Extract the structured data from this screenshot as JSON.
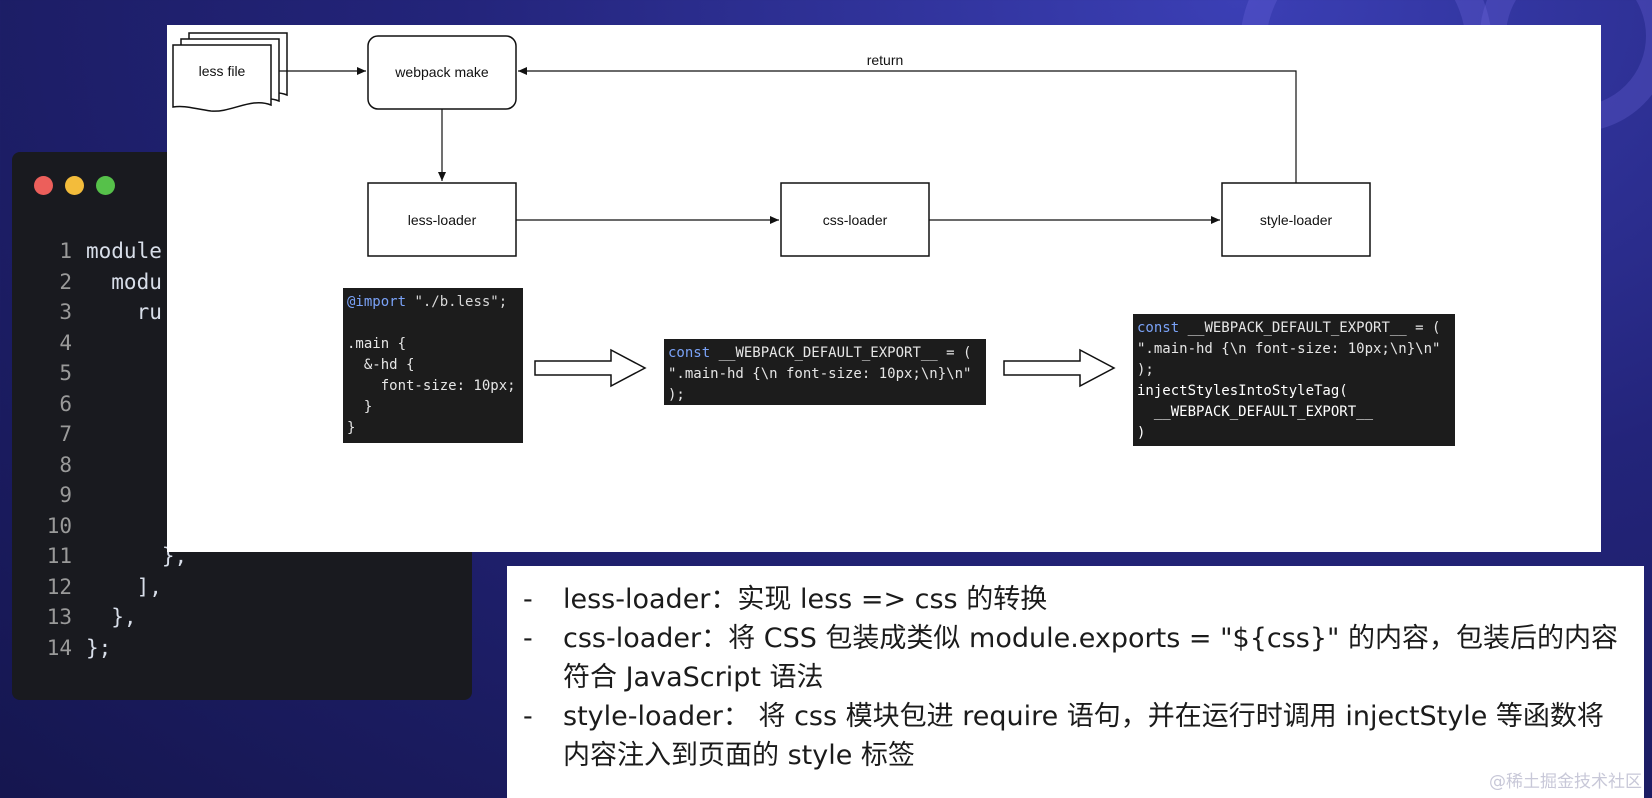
{
  "editor": {
    "dots": [
      "#ec5f5b",
      "#f3bc3b",
      "#56c14a"
    ],
    "lines": [
      {
        "n": "1",
        "text": "module"
      },
      {
        "n": "2",
        "text": "  modu"
      },
      {
        "n": "3",
        "text": "    ru"
      },
      {
        "n": "4",
        "text": ""
      },
      {
        "n": "5",
        "text": ""
      },
      {
        "n": "6",
        "text": ""
      },
      {
        "n": "7",
        "text": ""
      },
      {
        "n": "8",
        "text": ""
      },
      {
        "n": "9",
        "text": ""
      },
      {
        "n": "10",
        "text": ""
      },
      {
        "n": "11",
        "text": "      },"
      },
      {
        "n": "12",
        "text": "    ],"
      },
      {
        "n": "13",
        "text": "  },"
      },
      {
        "n": "14",
        "text": "};"
      }
    ]
  },
  "diagram": {
    "nodes": {
      "less_file": "less file",
      "webpack_make": "webpack make",
      "less_loader": "less-loader",
      "css_loader": "css-loader",
      "style_loader": "style-loader"
    },
    "edge_return": "return",
    "snippets": {
      "less_source": {
        "import_kw": "@import",
        "import_path": " \"./b.less\";",
        "lines": [
          "",
          ".main {",
          "  &-hd {",
          "    font-size: 10px;",
          "  }",
          "}"
        ]
      },
      "css_output": {
        "kw": "const",
        "decl": " __WEBPACK_DEFAULT_EXPORT__ = (",
        "lines": [
          "\".main-hd {\\n font-size: 10px;\\n}\\n\"",
          ");"
        ]
      },
      "style_output": {
        "kw": "const",
        "decl": " __WEBPACK_DEFAULT_EXPORT__ = (",
        "lines": [
          "\".main-hd {\\n font-size: 10px;\\n}\\n\"",
          ");"
        ],
        "fn_lines": [
          "injectStylesIntoStyleTag(",
          "  __WEBPACK_DEFAULT_EXPORT__",
          ")"
        ]
      }
    }
  },
  "notes": {
    "dash": "-",
    "items": [
      "less-loader：实现 less => css 的转换",
      "css-loader：将 CSS 包装成类似 module.exports = \"${css}\" 的内容，包装后的内容符合 JavaScript 语法",
      "style-loader： 将 css 模块包进 require 语句，并在运行时调用 injectStyle 等函数将内容注入到页面的 style 标签"
    ]
  },
  "watermark": "@稀土掘金技术社区"
}
